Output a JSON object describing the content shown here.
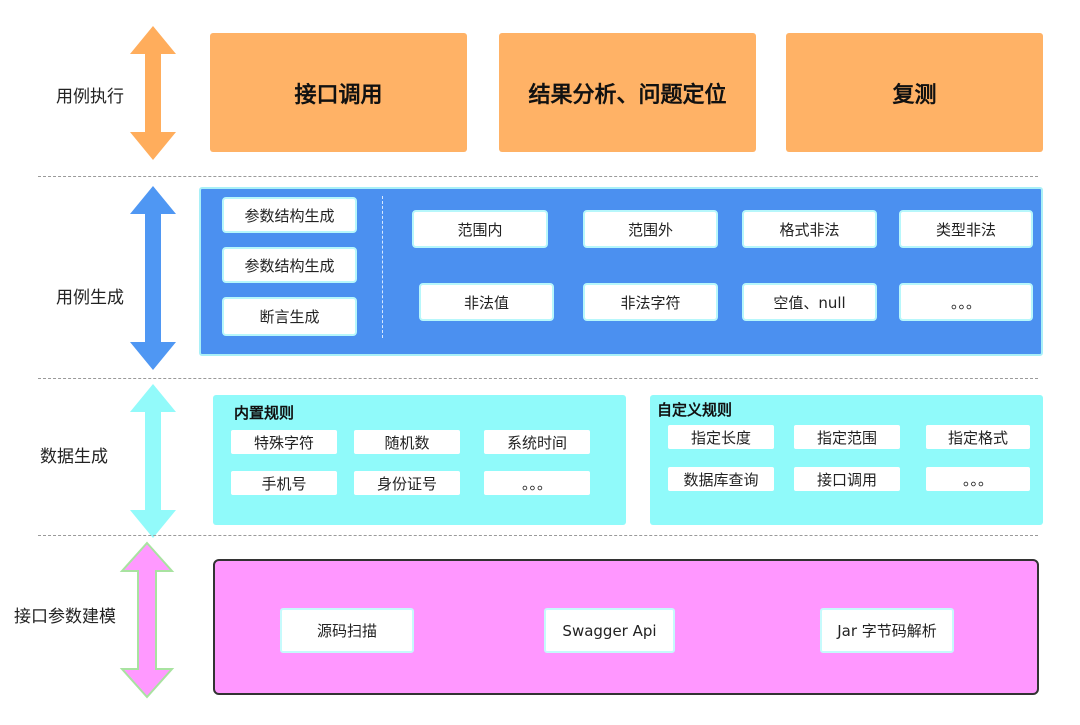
{
  "colors": {
    "execution_orange": "#ffb266",
    "generation_blue": "#4b90f0",
    "data_cyan": "#90fafa",
    "modeling_pink": "#ff97ff"
  },
  "layers": {
    "execution": {
      "label": "用例执行",
      "blocks": [
        "接口调用",
        "结果分析、问题定位",
        "复测"
      ]
    },
    "generation": {
      "label": "用例生成",
      "left_items": [
        "参数结构生成",
        "参数结构生成",
        "断言生成"
      ],
      "right_row1": [
        "范围内",
        "范围外",
        "格式非法",
        "类型非法"
      ],
      "right_row2": [
        "非法值",
        "非法字符",
        "空值、null",
        "。。。"
      ]
    },
    "data": {
      "label": "数据生成",
      "builtin": {
        "title": "内置规则",
        "row1": [
          "特殊字符",
          "随机数",
          "系统时间"
        ],
        "row2": [
          "手机号",
          "身份证号",
          "。。。"
        ]
      },
      "custom": {
        "title": "自定义规则",
        "row1": [
          "指定长度",
          "指定范围",
          "指定格式"
        ],
        "row2": [
          "数据库查询",
          "接口调用",
          "。。。"
        ]
      }
    },
    "modeling": {
      "label": "接口参数建模",
      "items": [
        "源码扫描",
        "Swagger Api",
        "Jar 字节码解析"
      ]
    }
  }
}
